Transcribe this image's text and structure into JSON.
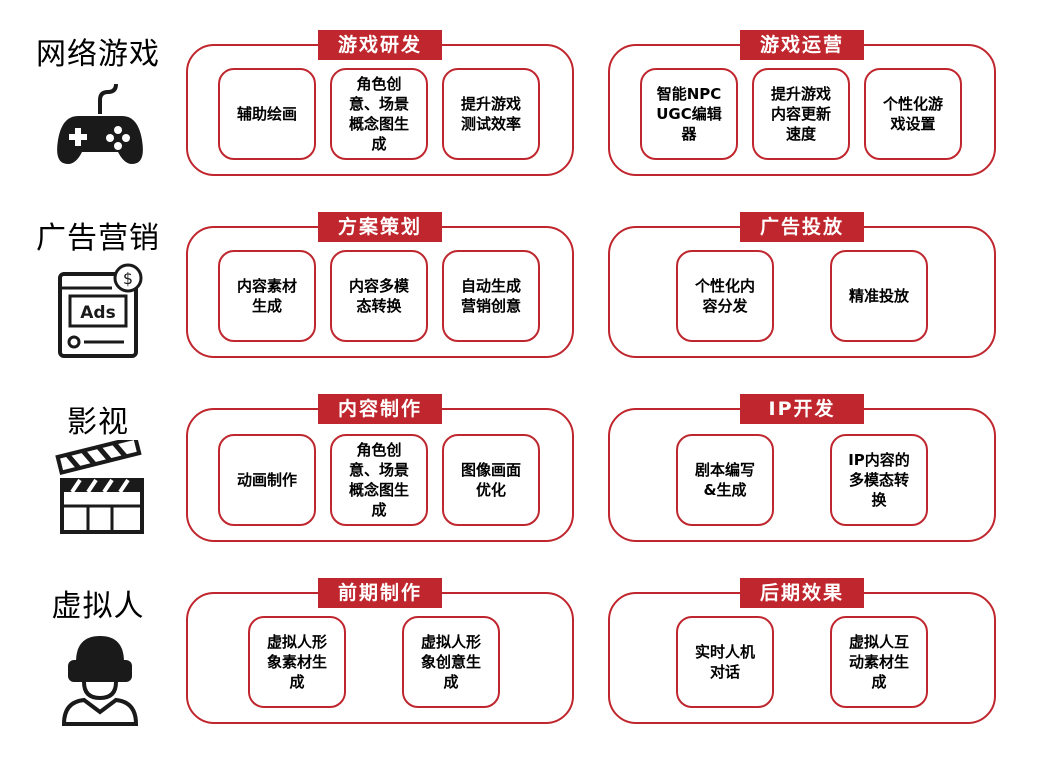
{
  "rows": [
    {
      "title": "网络游戏",
      "icon": "gamepad-icon",
      "panels": [
        {
          "label": "游戏研发",
          "tiles": [
            "辅助绘画",
            "角色创意、场景概念图生成",
            "提升游戏测试效率"
          ]
        },
        {
          "label": "游戏运营",
          "tiles": [
            "智能NPC UGC编辑器",
            "提升游戏内容更新速度",
            "个性化游戏设置"
          ]
        }
      ]
    },
    {
      "title": "广告营销",
      "icon": "ads-icon",
      "panels": [
        {
          "label": "方案策划",
          "tiles": [
            "内容素材生成",
            "内容多模态转换",
            "自动生成营销创意"
          ]
        },
        {
          "label": "广告投放",
          "tiles": [
            "个性化内容分发",
            "精准投放"
          ]
        }
      ]
    },
    {
      "title": "影视",
      "icon": "clapperboard-icon",
      "panels": [
        {
          "label": "内容制作",
          "tiles": [
            "动画制作",
            "角色创意、场景概念图生成",
            "图像画面优化"
          ]
        },
        {
          "label": "IP开发",
          "tiles": [
            "剧本编写&生成",
            "IP内容的多模态转换"
          ]
        }
      ]
    },
    {
      "title": "虚拟人",
      "icon": "vr-person-icon",
      "panels": [
        {
          "label": "前期制作",
          "tiles": [
            "虚拟人形象素材生成",
            "虚拟人形象创意生成"
          ]
        },
        {
          "label": "后期效果",
          "tiles": [
            "实时人机对话",
            "虚拟人互动素材生成"
          ]
        }
      ]
    }
  ],
  "colors": {
    "accent": "#c0262d",
    "icon": "#1a1a1a"
  }
}
